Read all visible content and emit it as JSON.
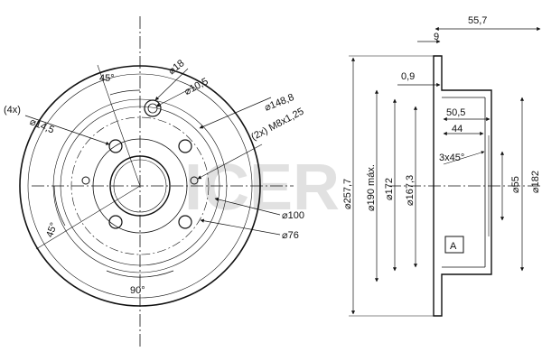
{
  "watermark": "ICER",
  "front_view": {
    "angle_top": "45°",
    "angle_left": "45°",
    "angle_bottom": "90°",
    "dia_18": "18",
    "dia_10_5": "10,5",
    "dia_148_8": "148,8",
    "thread": "(2x) M8x1,25",
    "holes_14_5": "(4x)",
    "dia_14_5": "14,5",
    "dia_100": "100",
    "dia_76": "76"
  },
  "side_view": {
    "width_55_7": "55,7",
    "width_9": "9",
    "dim_0_9": "0,9",
    "dim_50_5": "50,5",
    "dim_44": "44",
    "chamfer": "3x45°",
    "dia_257_7": "257,7",
    "dia_190": "190 máx.",
    "dia_172": "172",
    "dia_167_3": "167,3",
    "dia_55": "55",
    "dia_182": "182",
    "datum": "A"
  },
  "colors": {
    "line": "#111111",
    "watermark": "#d8d8d8"
  }
}
